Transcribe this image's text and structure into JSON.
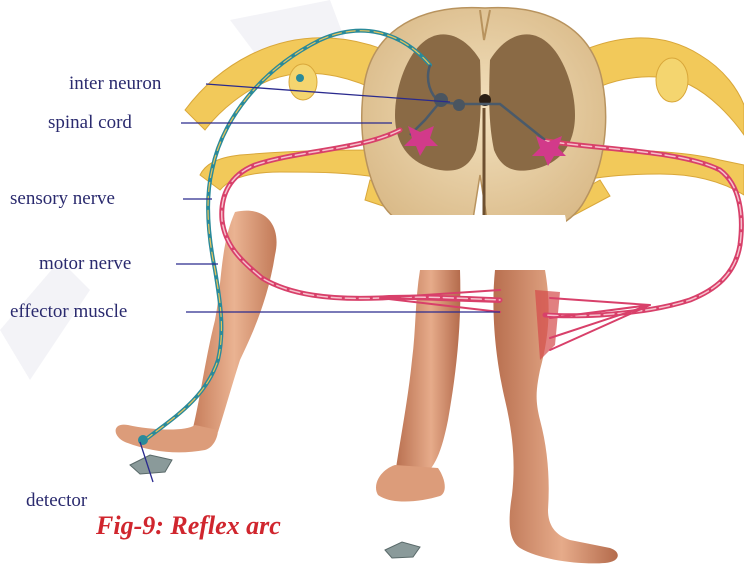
{
  "labels": {
    "inter_neuron": "inter neuron",
    "spinal_cord": "spinal cord",
    "sensory_nerve": "sensory  nerve",
    "motor_nerve": "motor nerve",
    "effector_muscle": "effector muscle",
    "detector": "detector"
  },
  "caption": "Fig-9: Reflex arc",
  "colors": {
    "label_text": "#2a2a6e",
    "leader_line": "#2a2a8e",
    "caption": "#d0262e",
    "sensory_nerve": "#2a8a9a",
    "motor_nerve": "#d8406a",
    "spinal_grey_matter": "#8a6a45",
    "spinal_white_matter": "#e9d2a8",
    "nerve_root": "#f2c95a",
    "skin": "#e0a07f"
  }
}
